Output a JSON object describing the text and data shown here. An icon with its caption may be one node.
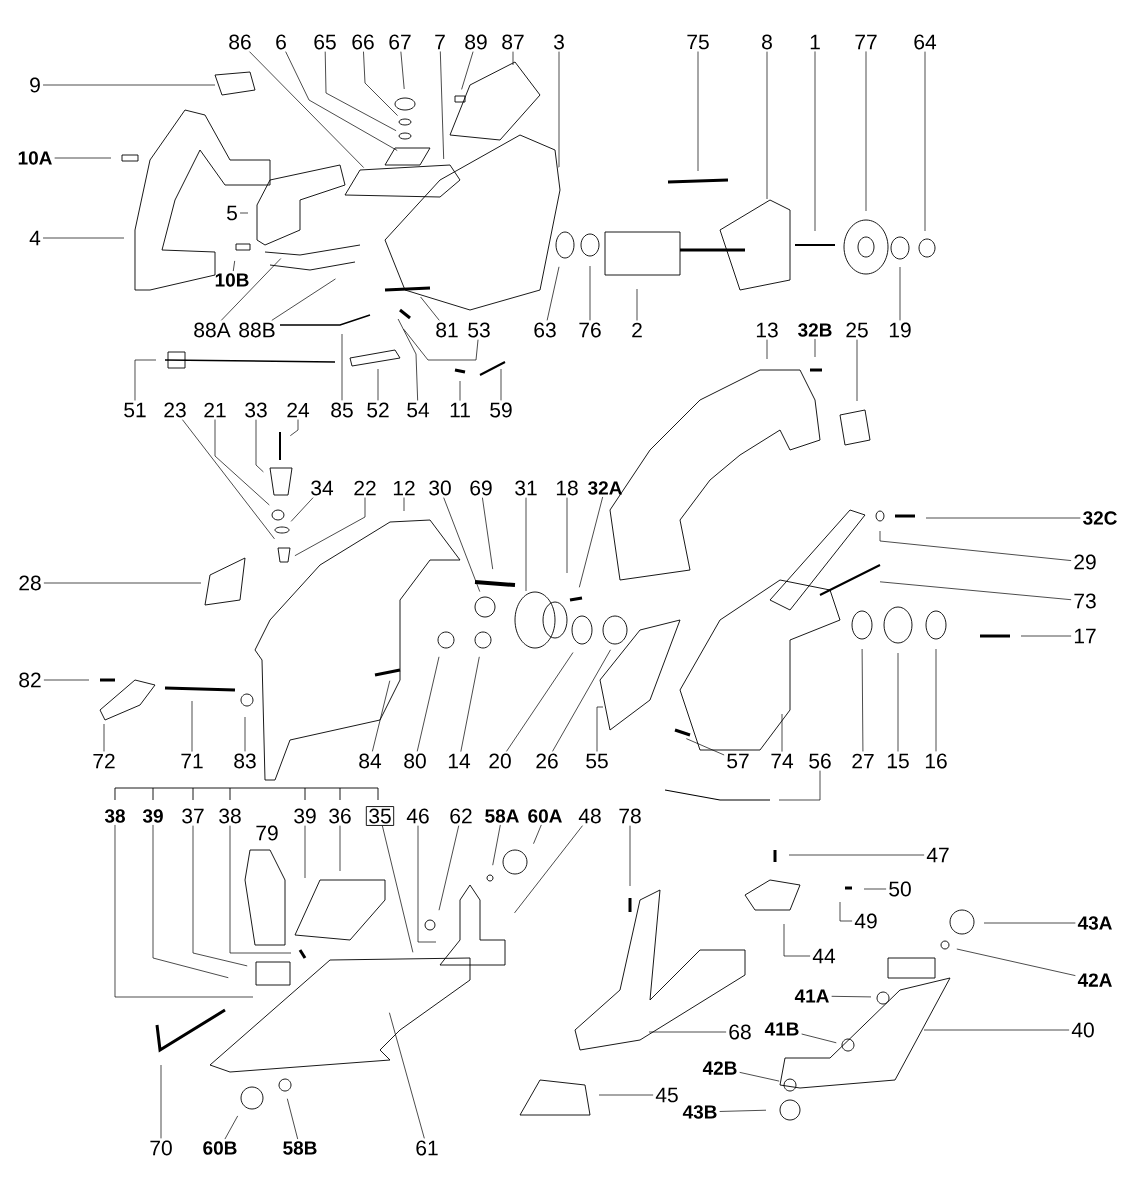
{
  "diagram": {
    "nodes": [
      {
        "text": [
          "9"
        ]
      },
      {
        "text": [
          "10A"
        ]
      },
      {
        "text": [
          "4"
        ]
      },
      {
        "text": [
          "86"
        ]
      },
      {
        "text": [
          "6"
        ]
      },
      {
        "text": [
          "65"
        ]
      },
      {
        "text": [
          "66"
        ]
      },
      {
        "text": [
          "67"
        ]
      },
      {
        "text": [
          "7"
        ]
      },
      {
        "text": [
          "89"
        ]
      },
      {
        "text": [
          "87"
        ]
      },
      {
        "text": [
          "3"
        ]
      },
      {
        "text": [
          "75"
        ]
      },
      {
        "text": [
          "8"
        ]
      },
      {
        "text": [
          "1"
        ]
      },
      {
        "text": [
          "77"
        ]
      },
      {
        "text": [
          "64"
        ]
      },
      {
        "text": [
          "5"
        ]
      },
      {
        "text": [
          "10B"
        ]
      },
      {
        "text": [
          "88A"
        ]
      },
      {
        "text": [
          "88B"
        ]
      },
      {
        "text": [
          "81"
        ]
      },
      {
        "text": [
          "53"
        ]
      },
      {
        "text": [
          "63"
        ]
      },
      {
        "text": [
          "76"
        ]
      },
      {
        "text": [
          "2"
        ]
      },
      {
        "text": [
          "13"
        ]
      },
      {
        "text": [
          "32B"
        ]
      },
      {
        "text": [
          "25"
        ]
      },
      {
        "text": [
          "19"
        ]
      },
      {
        "text": [
          "51"
        ]
      },
      {
        "text": [
          "23"
        ]
      },
      {
        "text": [
          "21"
        ]
      },
      {
        "text": [
          "33"
        ]
      },
      {
        "text": [
          "24"
        ]
      },
      {
        "text": [
          "85"
        ]
      },
      {
        "text": [
          "52"
        ]
      },
      {
        "text": [
          "54"
        ]
      },
      {
        "text": [
          "11"
        ]
      },
      {
        "text": [
          "59"
        ]
      },
      {
        "text": [
          "34"
        ]
      },
      {
        "text": [
          "22"
        ]
      },
      {
        "text": [
          "12"
        ]
      },
      {
        "text": [
          "30"
        ]
      },
      {
        "text": [
          "69"
        ]
      },
      {
        "text": [
          "31"
        ]
      },
      {
        "text": [
          "18"
        ]
      },
      {
        "text": [
          "32A"
        ]
      },
      {
        "text": [
          "32C"
        ]
      },
      {
        "text": [
          "29"
        ]
      },
      {
        "text": [
          "73"
        ]
      },
      {
        "text": [
          "17"
        ]
      },
      {
        "text": [
          "28"
        ]
      },
      {
        "text": [
          "82"
        ]
      },
      {
        "text": [
          "72"
        ]
      },
      {
        "text": [
          "71"
        ]
      },
      {
        "text": [
          "83"
        ]
      },
      {
        "text": [
          "84"
        ]
      },
      {
        "text": [
          "80"
        ]
      },
      {
        "text": [
          "14"
        ]
      },
      {
        "text": [
          "20"
        ]
      },
      {
        "text": [
          "26"
        ]
      },
      {
        "text": [
          "55"
        ]
      },
      {
        "text": [
          "57"
        ]
      },
      {
        "text": [
          "74"
        ]
      },
      {
        "text": [
          "56"
        ]
      },
      {
        "text": [
          "27"
        ]
      },
      {
        "text": [
          "15"
        ]
      },
      {
        "text": [
          "16"
        ]
      },
      {
        "text": [
          "38"
        ]
      },
      {
        "text": [
          "39"
        ]
      },
      {
        "text": [
          "37"
        ]
      },
      {
        "text": [
          "38"
        ]
      },
      {
        "text": [
          "39"
        ]
      },
      {
        "text": [
          "36"
        ]
      },
      {
        "text": [
          "35"
        ]
      },
      {
        "text": [
          "46"
        ]
      },
      {
        "text": [
          "62"
        ]
      },
      {
        "text": [
          "58A"
        ]
      },
      {
        "text": [
          "60A"
        ]
      },
      {
        "text": [
          "48"
        ]
      },
      {
        "text": [
          "78"
        ]
      },
      {
        "text": [
          "47"
        ]
      },
      {
        "text": [
          "50"
        ]
      },
      {
        "text": [
          "49"
        ]
      },
      {
        "text": [
          "44"
        ]
      },
      {
        "text": [
          "43A"
        ]
      },
      {
        "text": [
          "42A"
        ]
      },
      {
        "text": [
          "41A"
        ]
      },
      {
        "text": [
          "68"
        ]
      },
      {
        "text": [
          "41B"
        ]
      },
      {
        "text": [
          "40"
        ]
      },
      {
        "text": [
          "42B"
        ]
      },
      {
        "text": [
          "45"
        ]
      },
      {
        "text": [
          "43B"
        ]
      },
      {
        "text": [
          "70"
        ]
      },
      {
        "text": [
          "60B"
        ]
      },
      {
        "text": [
          "58B"
        ]
      },
      {
        "text": [
          "61"
        ]
      }
    ],
    "edges": [
      {
        "from": 0,
        "to": null,
        "arrow": "none"
      },
      {
        "from": 1,
        "to": null,
        "arrow": "none"
      },
      {
        "from": 2,
        "to": null,
        "arrow": "none"
      },
      {
        "from": 3,
        "to": null,
        "arrow": "none"
      },
      {
        "from": 4,
        "to": null,
        "arrow": "none"
      },
      {
        "from": 5,
        "to": null,
        "arrow": "none"
      },
      {
        "from": 6,
        "to": null,
        "arrow": "none"
      },
      {
        "from": 7,
        "to": null,
        "arrow": "none"
      },
      {
        "from": 8,
        "to": null,
        "arrow": "none"
      },
      {
        "from": 9,
        "to": null,
        "arrow": "none"
      },
      {
        "from": 10,
        "to": null,
        "arrow": "none"
      },
      {
        "from": 11,
        "to": null,
        "arrow": "none"
      },
      {
        "from": 12,
        "to": null,
        "arrow": "none"
      },
      {
        "from": 13,
        "to": null,
        "arrow": "none"
      },
      {
        "from": 14,
        "to": null,
        "arrow": "none"
      },
      {
        "from": 15,
        "to": null,
        "arrow": "none"
      },
      {
        "from": 16,
        "to": null,
        "arrow": "none"
      },
      {
        "from": 17,
        "to": null,
        "arrow": "none"
      },
      {
        "from": 18,
        "to": null,
        "arrow": "none"
      },
      {
        "from": 19,
        "to": null,
        "arrow": "none"
      },
      {
        "from": 20,
        "to": null,
        "arrow": "none"
      },
      {
        "from": 21,
        "to": null,
        "arrow": "none"
      },
      {
        "from": 22,
        "to": null,
        "arrow": "none"
      },
      {
        "from": 23,
        "to": null,
        "arrow": "none"
      },
      {
        "from": 24,
        "to": null,
        "arrow": "none"
      },
      {
        "from": 25,
        "to": null,
        "arrow": "none"
      },
      {
        "from": 26,
        "to": null,
        "arrow": "none"
      },
      {
        "from": 27,
        "to": null,
        "arrow": "none"
      },
      {
        "from": 28,
        "to": null,
        "arrow": "none"
      },
      {
        "from": 29,
        "to": null,
        "arrow": "none"
      },
      {
        "from": 30,
        "to": null,
        "arrow": "none"
      },
      {
        "from": 31,
        "to": null,
        "arrow": "none"
      },
      {
        "from": 32,
        "to": null,
        "arrow": "none"
      },
      {
        "from": 33,
        "to": null,
        "arrow": "none"
      },
      {
        "from": 34,
        "to": null,
        "arrow": "none"
      },
      {
        "from": 35,
        "to": null,
        "arrow": "none"
      },
      {
        "from": 36,
        "to": null,
        "arrow": "none"
      },
      {
        "from": 37,
        "to": null,
        "arrow": "none"
      },
      {
        "from": 38,
        "to": null,
        "arrow": "none"
      },
      {
        "from": 39,
        "to": null,
        "arrow": "none"
      },
      {
        "from": 40,
        "to": null,
        "arrow": "none"
      },
      {
        "from": 41,
        "to": null,
        "arrow": "none"
      },
      {
        "from": 42,
        "to": null,
        "arrow": "none"
      },
      {
        "from": 43,
        "to": null,
        "arrow": "none"
      },
      {
        "from": 44,
        "to": null,
        "arrow": "none"
      },
      {
        "from": 45,
        "to": null,
        "arrow": "none"
      },
      {
        "from": 46,
        "to": null,
        "arrow": "none"
      },
      {
        "from": 47,
        "to": null,
        "arrow": "none"
      },
      {
        "from": 48,
        "to": null,
        "arrow": "none"
      },
      {
        "from": 49,
        "to": null,
        "arrow": "none"
      },
      {
        "from": 50,
        "to": null,
        "arrow": "none"
      },
      {
        "from": 51,
        "to": null,
        "arrow": "none"
      },
      {
        "from": 52,
        "to": null,
        "arrow": "none"
      },
      {
        "from": 53,
        "to": null,
        "arrow": "none"
      },
      {
        "from": 54,
        "to": null,
        "arrow": "none"
      },
      {
        "from": 55,
        "to": null,
        "arrow": "none"
      },
      {
        "from": 56,
        "to": null,
        "arrow": "none"
      },
      {
        "from": 57,
        "to": null,
        "arrow": "none"
      },
      {
        "from": 58,
        "to": null,
        "arrow": "none"
      },
      {
        "from": 59,
        "to": null,
        "arrow": "none"
      },
      {
        "from": 60,
        "to": null,
        "arrow": "none"
      },
      {
        "from": 61,
        "to": null,
        "arrow": "none"
      },
      {
        "from": 62,
        "to": null,
        "arrow": "none"
      },
      {
        "from": 63,
        "to": null,
        "arrow": "none"
      },
      {
        "from": 64,
        "to": null,
        "arrow": "none"
      },
      {
        "from": 65,
        "to": null,
        "arrow": "none"
      },
      {
        "from": 66,
        "to": null,
        "arrow": "none"
      },
      {
        "from": 67,
        "to": null,
        "arrow": "none"
      },
      {
        "from": 68,
        "to": null,
        "arrow": "none"
      },
      {
        "from": 69,
        "to": null,
        "arrow": "none"
      },
      {
        "from": 70,
        "to": null,
        "arrow": "none"
      },
      {
        "from": 71,
        "to": null,
        "arrow": "none"
      },
      {
        "from": 72,
        "to": null,
        "arrow": "none"
      },
      {
        "from": 73,
        "to": null,
        "arrow": "none"
      },
      {
        "from": 74,
        "to": null,
        "arrow": "none"
      },
      {
        "from": 75,
        "to": null,
        "arrow": "none"
      },
      {
        "from": 76,
        "to": null,
        "arrow": "none"
      },
      {
        "from": 77,
        "to": null,
        "arrow": "none"
      },
      {
        "from": 78,
        "to": null,
        "arrow": "none"
      },
      {
        "from": 79,
        "to": null,
        "arrow": "none"
      },
      {
        "from": 80,
        "to": null,
        "arrow": "none"
      },
      {
        "from": 81,
        "to": null,
        "arrow": "none"
      },
      {
        "from": 82,
        "to": null,
        "arrow": "none"
      },
      {
        "from": 83,
        "to": null,
        "arrow": "none"
      },
      {
        "from": 84,
        "to": null,
        "arrow": "none"
      },
      {
        "from": 85,
        "to": null,
        "arrow": "none"
      },
      {
        "from": 86,
        "to": null,
        "arrow": "none"
      },
      {
        "from": 87,
        "to": null,
        "arrow": "none"
      },
      {
        "from": 88,
        "to": null,
        "arrow": "none"
      },
      {
        "from": 89,
        "to": null,
        "arrow": "none"
      },
      {
        "from": 90,
        "to": null,
        "arrow": "none"
      },
      {
        "from": 91,
        "to": null,
        "arrow": "none"
      },
      {
        "from": 92,
        "to": null,
        "arrow": "none"
      },
      {
        "from": 93,
        "to": null,
        "arrow": "none"
      },
      {
        "from": 94,
        "to": null,
        "arrow": "none"
      },
      {
        "from": 95,
        "to": null,
        "arrow": "none"
      },
      {
        "from": 96,
        "to": null,
        "arrow": "none"
      },
      {
        "from": 97,
        "to": null,
        "arrow": "none"
      },
      {
        "from": 98,
        "to": null,
        "arrow": "none"
      }
    ],
    "labels": [
      "79"
    ]
  }
}
